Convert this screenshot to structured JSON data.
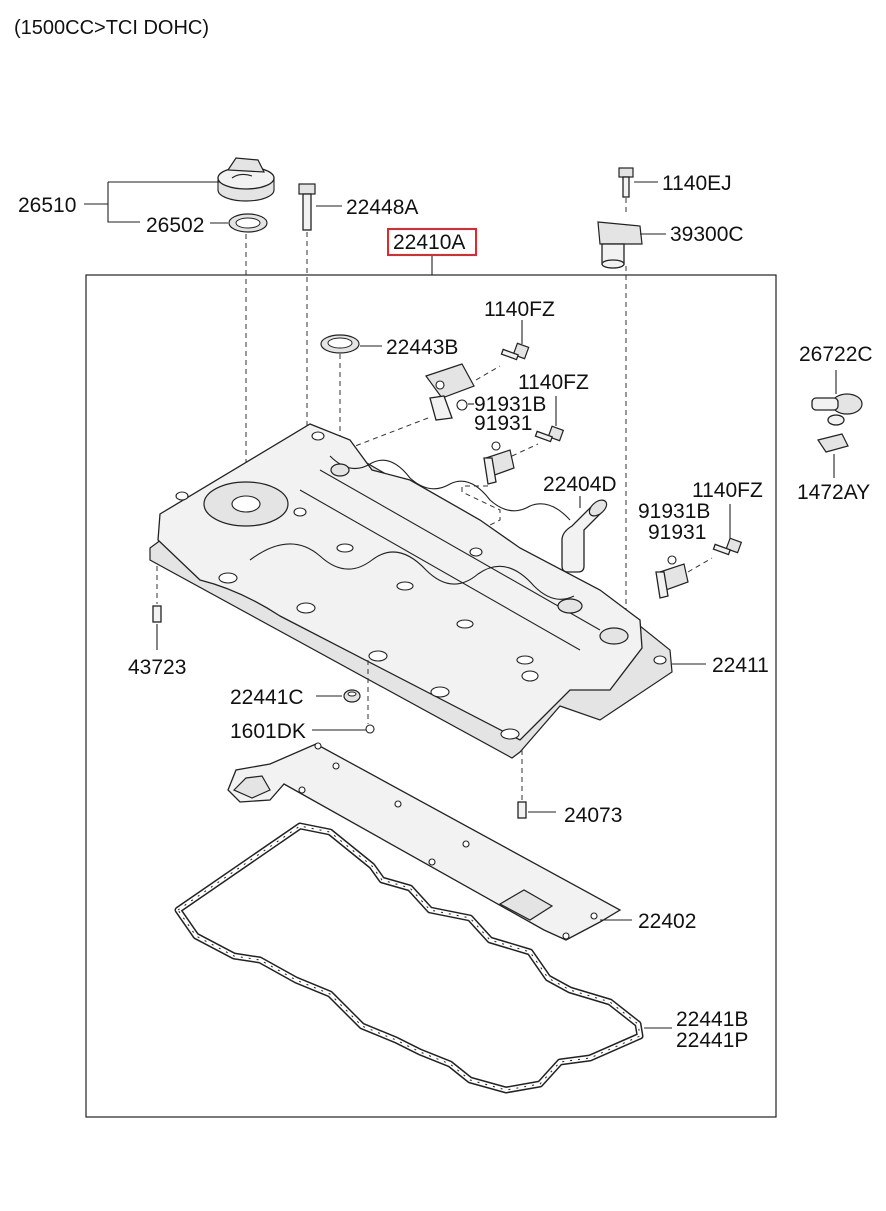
{
  "header": {
    "title": "(1500CC>TCI DOHC)"
  },
  "highlight_color": "#e8262a",
  "parts": [
    {
      "id": "26510",
      "label": "26510"
    },
    {
      "id": "26502",
      "label": "26502"
    },
    {
      "id": "22448A",
      "label": "22448A"
    },
    {
      "id": "22410A",
      "label": "22410A",
      "highlighted": true
    },
    {
      "id": "1140EJ",
      "label": "1140EJ"
    },
    {
      "id": "39300C",
      "label": "39300C"
    },
    {
      "id": "1140FZ_a",
      "label": "1140FZ"
    },
    {
      "id": "22443B",
      "label": "22443B"
    },
    {
      "id": "1140FZ_b",
      "label": "1140FZ"
    },
    {
      "id": "91931B_a",
      "label": "91931B"
    },
    {
      "id": "91931_a",
      "label": "91931"
    },
    {
      "id": "26722C",
      "label": "26722C"
    },
    {
      "id": "1472AY",
      "label": "1472AY"
    },
    {
      "id": "22404D",
      "label": "22404D"
    },
    {
      "id": "1140FZ_c",
      "label": "1140FZ"
    },
    {
      "id": "91931B_b",
      "label": "91931B"
    },
    {
      "id": "91931_b",
      "label": "91931"
    },
    {
      "id": "43723",
      "label": "43723"
    },
    {
      "id": "22411",
      "label": "22411"
    },
    {
      "id": "22441C",
      "label": "22441C"
    },
    {
      "id": "1601DK",
      "label": "1601DK"
    },
    {
      "id": "24073",
      "label": "24073"
    },
    {
      "id": "22402",
      "label": "22402"
    },
    {
      "id": "22441B",
      "label": "22441B"
    },
    {
      "id": "22441P",
      "label": "22441P"
    }
  ]
}
